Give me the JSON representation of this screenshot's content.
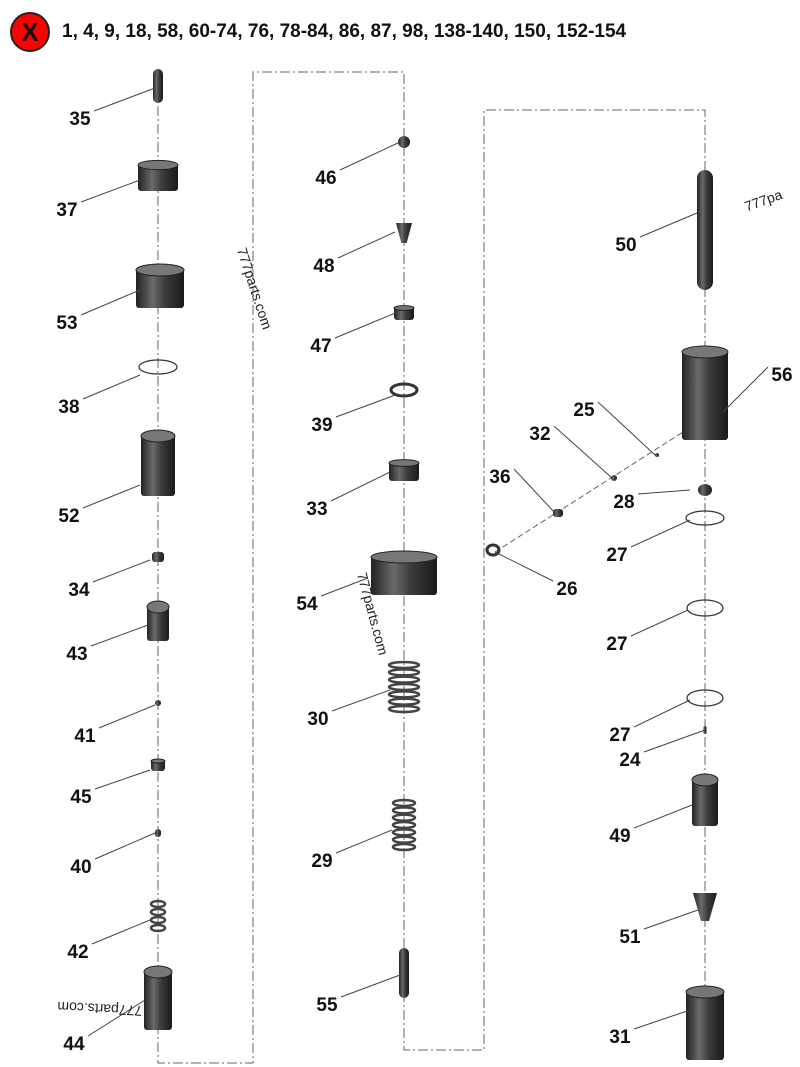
{
  "header": {
    "excluded_icon": "red-circle-x-icon",
    "excluded_icon_letter": "X",
    "excluded_parts": "1, 4, 9, 18, 58, 60-74, 76, 78-84, 86, 87, 98, 138-140, 150, 152-154",
    "badge_color": "#ff0000"
  },
  "watermarks": [
    "777parts.com",
    "777parts.com",
    "777parts.com",
    "777pa"
  ],
  "part_labels": [
    "35",
    "37",
    "53",
    "38",
    "52",
    "34",
    "43",
    "41",
    "45",
    "40",
    "42",
    "44",
    "46",
    "48",
    "47",
    "39",
    "33",
    "54",
    "30",
    "29",
    "55",
    "50",
    "56",
    "25",
    "32",
    "36",
    "28",
    "27",
    "26",
    "27",
    "27",
    "24",
    "49",
    "51",
    "31"
  ],
  "colors": {
    "part": "#3a3a3a",
    "line": "#555555"
  }
}
